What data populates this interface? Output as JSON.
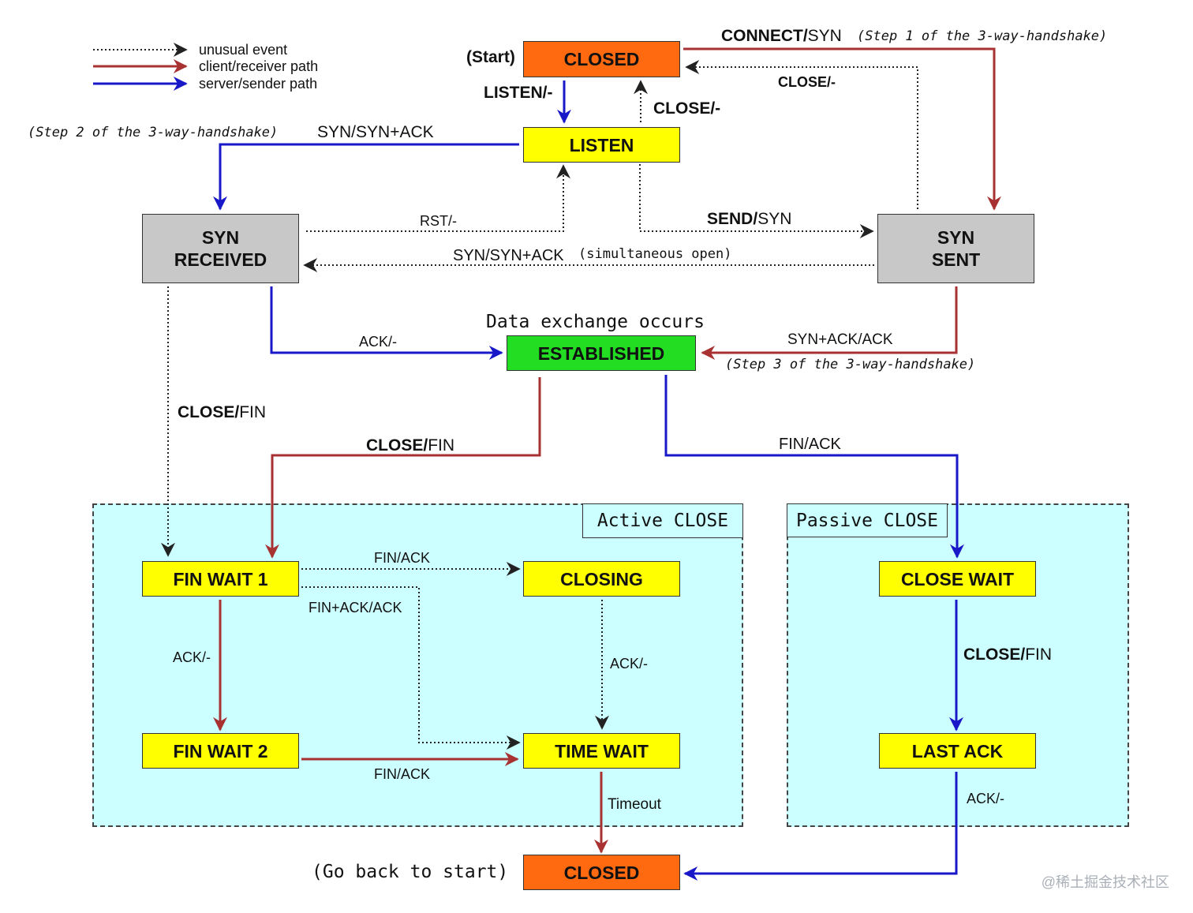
{
  "legend": {
    "unusual": "unusual event",
    "client": "client/receiver path",
    "server": "server/sender path"
  },
  "colors": {
    "closed_fill": "#ff6a10",
    "listen_fill": "#ffff00",
    "syn_fill": "#c8c8c8",
    "established_fill": "#22dd22",
    "region_fill": "#ccffff",
    "client_path": "#a83232",
    "server_path": "#1818c8",
    "unusual_path": "#222222"
  },
  "states": {
    "closed_top": "CLOSED",
    "listen": "LISTEN",
    "syn_received": "SYN\nRECEIVED",
    "syn_sent": "SYN\nSENT",
    "established": "ESTABLISHED",
    "fin_wait_1": "FIN WAIT 1",
    "closing": "CLOSING",
    "close_wait": "CLOSE WAIT",
    "fin_wait_2": "FIN WAIT 2",
    "time_wait": "TIME WAIT",
    "last_ack": "LAST ACK",
    "closed_bottom": "CLOSED"
  },
  "regions": {
    "active": "Active CLOSE",
    "passive": "Passive CLOSE"
  },
  "labels": {
    "start": "(Start)",
    "connect_bold": "CONNECT/",
    "connect_rest": "SYN",
    "step1": "(Step 1 of the 3-way-handshake)",
    "close_right": "CLOSE/-",
    "listen_arrow": "LISTEN/-",
    "close_listen": "CLOSE/-",
    "step2": "(Step 2 of the 3-way-handshake)",
    "syn_synack": "SYN/SYN+ACK",
    "rst": "RST/-",
    "send_bold": "SEND/",
    "send_rest": "SYN",
    "simul_label": "SYN/SYN+ACK",
    "simul_note": "(simultaneous open)",
    "data_exchange": "Data exchange occurs",
    "ack_synrcvd": "ACK/-",
    "synack_ack": "SYN+ACK/ACK",
    "step3": "(Step 3 of the 3-way-handshake)",
    "close_fin_left_bold": "CLOSE/",
    "close_fin_left_rest": "FIN",
    "close_fin_mid_bold": "CLOSE/",
    "close_fin_mid_rest": "FIN",
    "fin_ack_passive": "FIN/ACK",
    "fin_ack_closing": "FIN/ACK",
    "finack_ack": "FIN+ACK/ACK",
    "ack_fw1": "ACK/-",
    "ack_closing": "ACK/-",
    "close_fin_passive_bold": "CLOSE/",
    "close_fin_passive_rest": "FIN",
    "fin_ack_fw2": "FIN/ACK",
    "timeout": "Timeout",
    "ack_lastack": "ACK/-",
    "go_back": "(Go back to start)"
  },
  "watermark": "@稀土掘金技术社区"
}
